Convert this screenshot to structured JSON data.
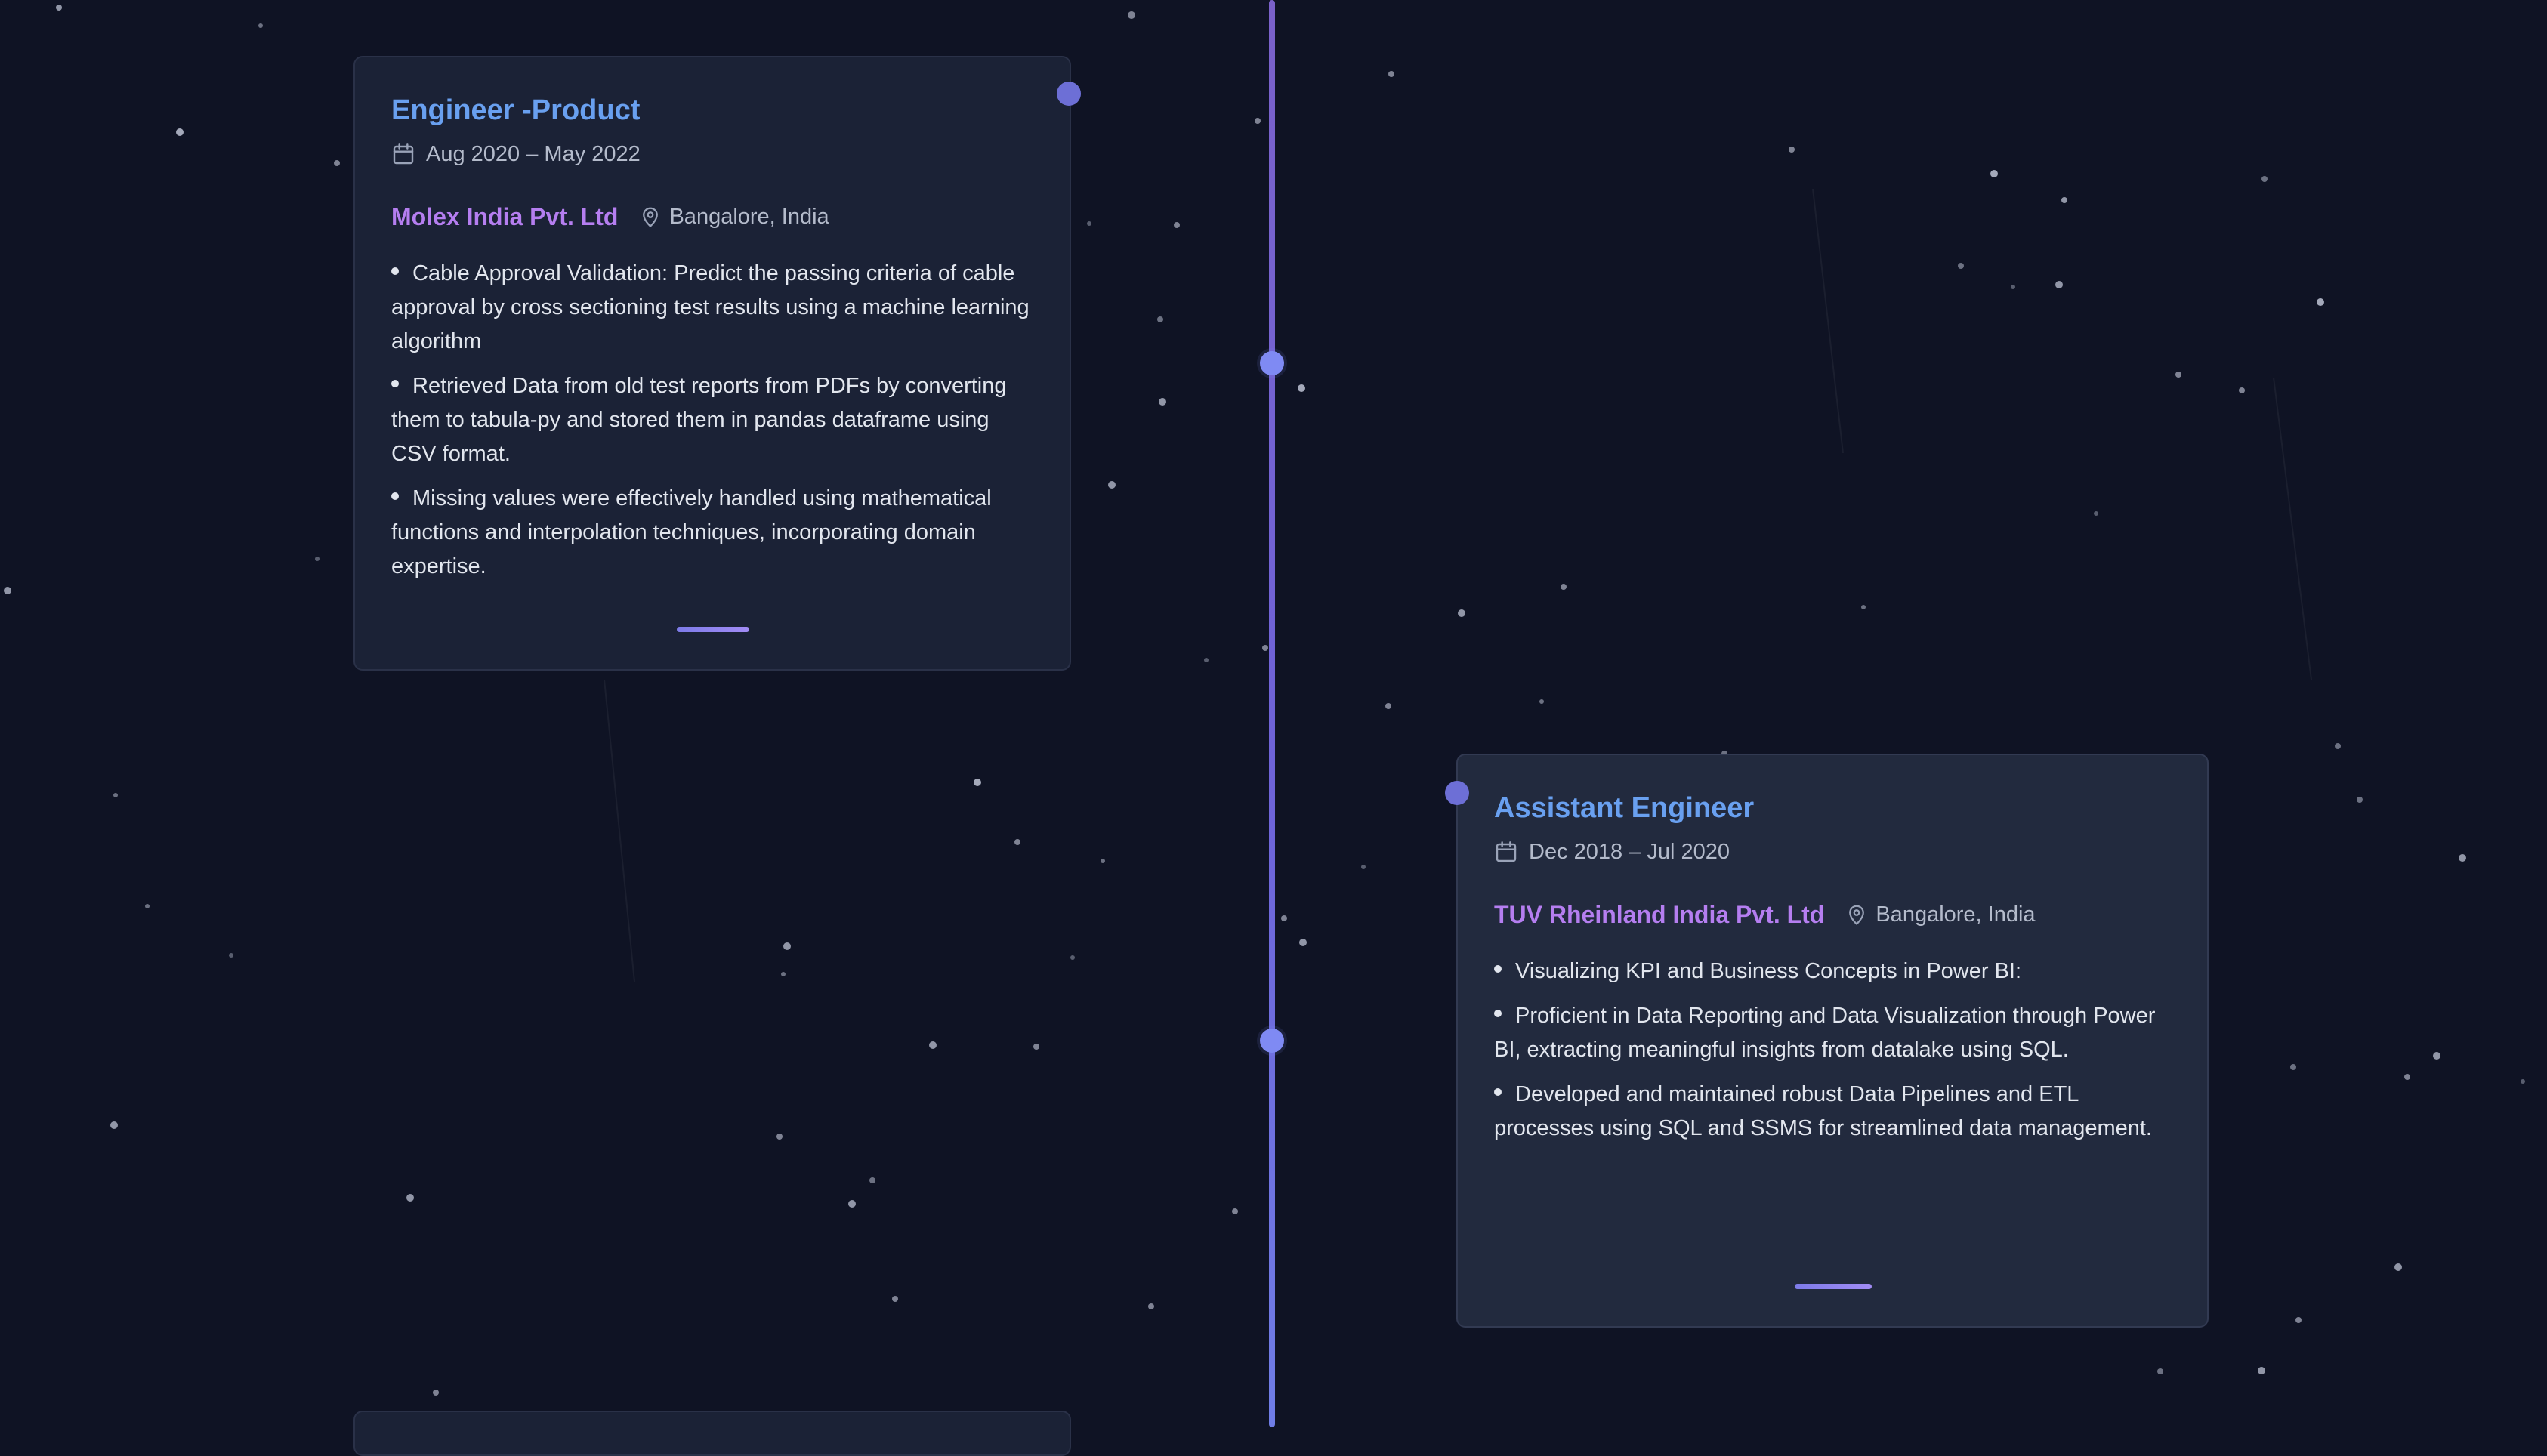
{
  "experience": [
    {
      "title": "Engineer -Product",
      "dates": "Aug 2020 – May 2022",
      "company": "Molex India Pvt. Ltd",
      "location": "Bangalore, India",
      "bullets": [
        "Cable Approval Validation: Predict the passing criteria of cable approval by cross sectioning test results using a machine learning algorithm",
        "Retrieved Data from old test reports from PDFs by converting them to tabula-py and stored them in pandas dataframe using CSV format.",
        "Missing values were effectively handled using mathematical functions and interpolation techniques, incorporating domain expertise."
      ]
    },
    {
      "title": "Assistant Engineer",
      "dates": "Dec 2018 – Jul 2020",
      "company": "TUV Rheinland India Pvt. Ltd",
      "location": "Bangalore, India",
      "bullets": [
        "Visualizing KPI and Business Concepts in Power BI:",
        "Proficient in Data Reporting and Data Visualization through Power BI, extracting meaningful insights from datalake using SQL.",
        "Developed and maintained robust Data Pipelines and ETL processes using SQL and SSMS for streamlined data management."
      ]
    }
  ],
  "icons": {
    "date": "calendar-icon",
    "location": "map-pin-icon"
  },
  "colors": {
    "background": "#0f1324",
    "title": "#69a0f0",
    "company": "#b57ef0",
    "timeline": "#7f8af3"
  }
}
